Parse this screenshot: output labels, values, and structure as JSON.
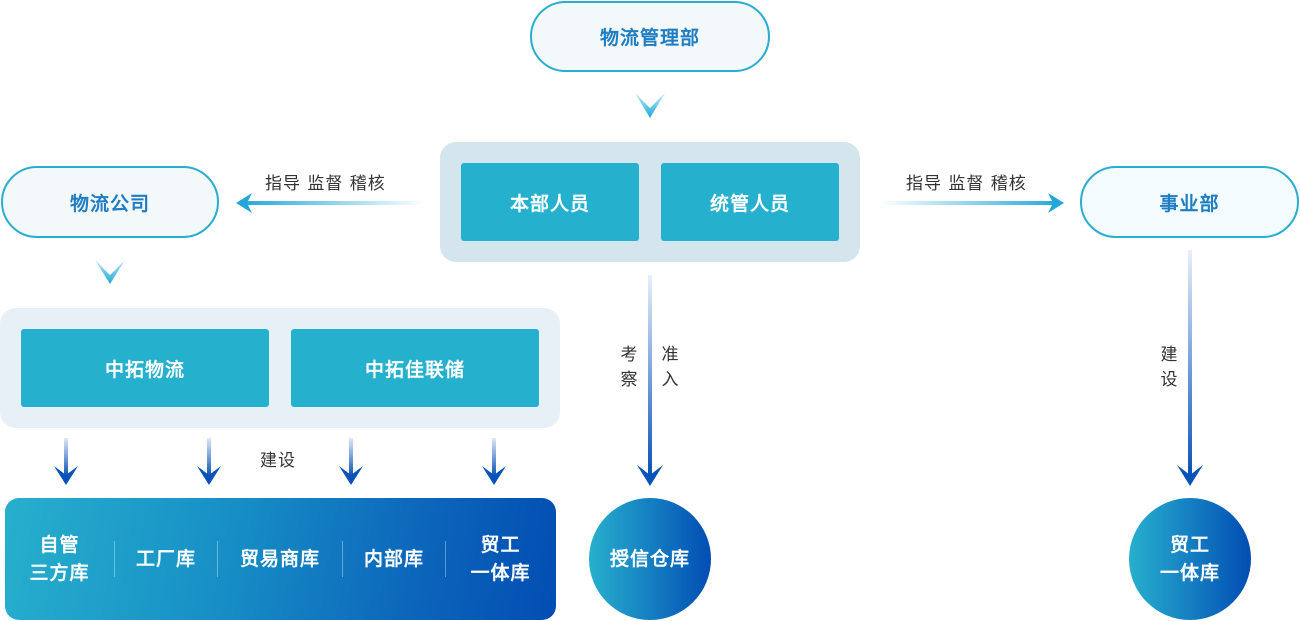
{
  "nodes": {
    "top": "物流管理部",
    "left": "物流公司",
    "right": "事业部",
    "center_tiles": [
      "本部人员",
      "统管人员"
    ],
    "company_tiles": [
      "中拓物流",
      "中拓佳联储"
    ],
    "warehouses": [
      "自管\n三方库",
      "工厂库",
      "贸易商库",
      "内部库",
      "贸工\n一体库"
    ],
    "credit_warehouse": "授信仓库",
    "trade_industry_warehouse": "贸工\n一体库"
  },
  "edges": {
    "left_arrow_label": "指导 监督 稽核",
    "right_arrow_label": "指导 监督 稽核",
    "center_down_label_left": "考察",
    "center_down_label_right": "准入",
    "right_down_label": "建设",
    "company_down_label": "建设"
  },
  "colors": {
    "accent_cyan": "#25b0cd",
    "deep_blue": "#024db3",
    "pill_text": "#1f7dc2"
  }
}
